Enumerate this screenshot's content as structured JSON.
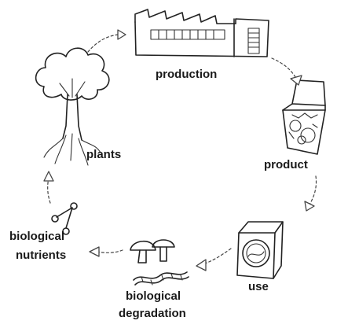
{
  "diagram": {
    "type": "cycle",
    "stages": {
      "production": "production",
      "product": "product",
      "use": "use",
      "degradation_line1": "biological",
      "degradation_line2": "degradation",
      "nutrients_line1": "biological",
      "nutrients_line2": "nutrients",
      "plants": "plants"
    },
    "icons": {
      "production": "factory-icon",
      "product": "box-icon",
      "use": "washing-machine-icon",
      "degradation": "mushroom-worm-icon",
      "nutrients": "molecule-icon",
      "plants": "tree-icon"
    },
    "colors": {
      "ink": "#222222",
      "background": "#ffffff"
    }
  }
}
